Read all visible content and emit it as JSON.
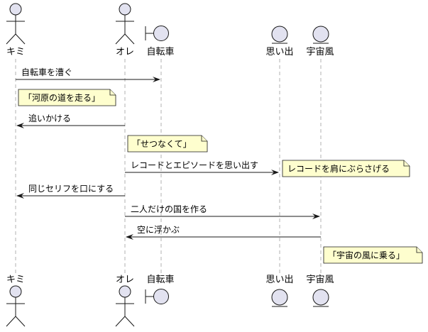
{
  "participants": [
    {
      "id": "kimi",
      "label": "キミ",
      "type": "actor"
    },
    {
      "id": "ore",
      "label": "オレ",
      "type": "actor"
    },
    {
      "id": "jitensha",
      "label": "自転車",
      "type": "boundary"
    },
    {
      "id": "omoide",
      "label": "思い出",
      "type": "entity"
    },
    {
      "id": "uchukaze",
      "label": "宇宙風",
      "type": "entity"
    }
  ],
  "messages": [
    {
      "from": "kimi",
      "to": "jitensha",
      "label": "自転車を漕ぐ"
    },
    {
      "from": "ore",
      "to": "kimi",
      "label": "追いかける"
    },
    {
      "from": "ore",
      "to": "omoide",
      "label": "レコードとエピソードを思い出す"
    },
    {
      "from": "ore",
      "to": "kimi",
      "label": "同じセリフを口にする"
    },
    {
      "from": "ore",
      "to": "uchukaze",
      "label": "二人だけの国を作る"
    },
    {
      "from": "uchukaze",
      "to": "ore",
      "label": "空に浮かぶ"
    }
  ],
  "notes": [
    {
      "text": "「河原の道を走る」"
    },
    {
      "text": "「せつなくて」"
    },
    {
      "text": "レコードを肩にぶらさげる"
    },
    {
      "text": "「宇宙の風に乗る」"
    }
  ],
  "colors": {
    "participant_fill": "#e2e2f0",
    "note_fill": "#fefece",
    "line": "#181818"
  }
}
